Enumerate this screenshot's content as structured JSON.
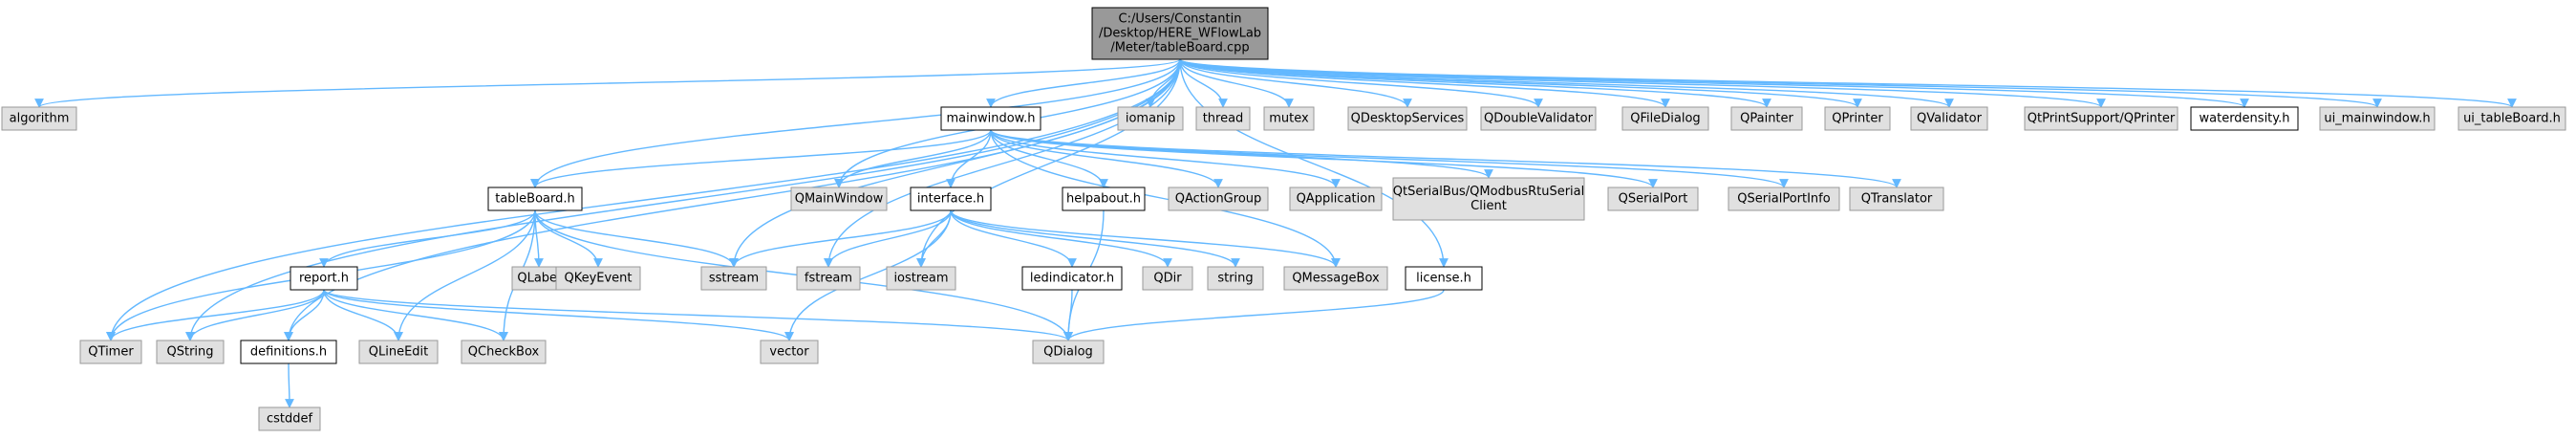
{
  "colors": {
    "edge": "#63b8ff",
    "root_fill": "#999999",
    "external_fill": "#e0e0e0",
    "external_border": "#999999",
    "internal_fill": "#ffffff",
    "internal_border": "#000000"
  },
  "nodes": [
    {
      "id": "root",
      "label": [
        "C:/Users/Constantin",
        "/Desktop/HERE_WFlowLab",
        "/Meter/tableBoard.cpp"
      ],
      "kind": "root"
    },
    {
      "id": "algorithm",
      "label": [
        "algorithm"
      ],
      "kind": "external"
    },
    {
      "id": "iomanip",
      "label": [
        "iomanip"
      ],
      "kind": "external"
    },
    {
      "id": "thread",
      "label": [
        "thread"
      ],
      "kind": "external"
    },
    {
      "id": "mutex",
      "label": [
        "mutex"
      ],
      "kind": "external"
    },
    {
      "id": "QDesktopServices",
      "label": [
        "QDesktopServices"
      ],
      "kind": "external"
    },
    {
      "id": "QDoubleValidator",
      "label": [
        "QDoubleValidator"
      ],
      "kind": "external"
    },
    {
      "id": "QFileDialog",
      "label": [
        "QFileDialog"
      ],
      "kind": "external"
    },
    {
      "id": "QPainter",
      "label": [
        "QPainter"
      ],
      "kind": "external"
    },
    {
      "id": "QPrinter",
      "label": [
        "QPrinter"
      ],
      "kind": "external"
    },
    {
      "id": "QValidator",
      "label": [
        "QValidator"
      ],
      "kind": "external"
    },
    {
      "id": "QtPrintSupport",
      "label": [
        "QtPrintSupport/QPrinter"
      ],
      "kind": "external"
    },
    {
      "id": "waterdensity",
      "label": [
        "waterdensity.h"
      ],
      "kind": "internal"
    },
    {
      "id": "ui_mainwindow",
      "label": [
        "ui_mainwindow.h"
      ],
      "kind": "external"
    },
    {
      "id": "ui_tableBoard",
      "label": [
        "ui_tableBoard.h"
      ],
      "kind": "external"
    },
    {
      "id": "mainwindow",
      "label": [
        "mainwindow.h"
      ],
      "kind": "internal"
    },
    {
      "id": "QMainWindow",
      "label": [
        "QMainWindow"
      ],
      "kind": "external"
    },
    {
      "id": "QActionGroup",
      "label": [
        "QActionGroup"
      ],
      "kind": "external"
    },
    {
      "id": "QApplication",
      "label": [
        "QApplication"
      ],
      "kind": "external"
    },
    {
      "id": "QSerialBus",
      "label": [
        "QtSerialBus/QModbusRtuSerial",
        "Client"
      ],
      "kind": "external"
    },
    {
      "id": "QSerialPort",
      "label": [
        "QSerialPort"
      ],
      "kind": "external"
    },
    {
      "id": "QSerialPortInfo",
      "label": [
        "QSerialPortInfo"
      ],
      "kind": "external"
    },
    {
      "id": "QTranslator",
      "label": [
        "QTranslator"
      ],
      "kind": "external"
    },
    {
      "id": "tableBoard",
      "label": [
        "tableBoard.h"
      ],
      "kind": "internal"
    },
    {
      "id": "interface",
      "label": [
        "interface.h"
      ],
      "kind": "internal"
    },
    {
      "id": "helpabout",
      "label": [
        "helpabout.h"
      ],
      "kind": "internal"
    },
    {
      "id": "QLabel",
      "label": [
        "QLabel"
      ],
      "kind": "external"
    },
    {
      "id": "QKeyEvent",
      "label": [
        "QKeyEvent"
      ],
      "kind": "external"
    },
    {
      "id": "sstream",
      "label": [
        "sstream"
      ],
      "kind": "external"
    },
    {
      "id": "fstream",
      "label": [
        "fstream"
      ],
      "kind": "external"
    },
    {
      "id": "iostream",
      "label": [
        "iostream"
      ],
      "kind": "external"
    },
    {
      "id": "ledindicator",
      "label": [
        "ledindicator.h"
      ],
      "kind": "internal"
    },
    {
      "id": "QDir",
      "label": [
        "QDir"
      ],
      "kind": "external"
    },
    {
      "id": "string",
      "label": [
        "string"
      ],
      "kind": "external"
    },
    {
      "id": "QMessageBox",
      "label": [
        "QMessageBox"
      ],
      "kind": "external"
    },
    {
      "id": "license",
      "label": [
        "license.h"
      ],
      "kind": "internal"
    },
    {
      "id": "report",
      "label": [
        "report.h"
      ],
      "kind": "internal"
    },
    {
      "id": "QTimer",
      "label": [
        "QTimer"
      ],
      "kind": "external"
    },
    {
      "id": "QString",
      "label": [
        "QString"
      ],
      "kind": "external"
    },
    {
      "id": "definitions",
      "label": [
        "definitions.h"
      ],
      "kind": "internal"
    },
    {
      "id": "QLineEdit",
      "label": [
        "QLineEdit"
      ],
      "kind": "external"
    },
    {
      "id": "QCheckBox",
      "label": [
        "QCheckBox"
      ],
      "kind": "external"
    },
    {
      "id": "vector",
      "label": [
        "vector"
      ],
      "kind": "external"
    },
    {
      "id": "QDialog",
      "label": [
        "QDialog"
      ],
      "kind": "external"
    },
    {
      "id": "cstddef",
      "label": [
        "cstddef"
      ],
      "kind": "external"
    }
  ],
  "edges": [
    [
      "root",
      "algorithm"
    ],
    [
      "root",
      "iomanip"
    ],
    [
      "root",
      "thread"
    ],
    [
      "root",
      "mutex"
    ],
    [
      "root",
      "QDesktopServices"
    ],
    [
      "root",
      "QDoubleValidator"
    ],
    [
      "root",
      "QFileDialog"
    ],
    [
      "root",
      "QPainter"
    ],
    [
      "root",
      "QPrinter"
    ],
    [
      "root",
      "QValidator"
    ],
    [
      "root",
      "QtPrintSupport"
    ],
    [
      "root",
      "waterdensity"
    ],
    [
      "root",
      "ui_mainwindow"
    ],
    [
      "root",
      "ui_tableBoard"
    ],
    [
      "root",
      "mainwindow"
    ],
    [
      "root",
      "tableBoard"
    ],
    [
      "root",
      "QMainWindow"
    ],
    [
      "root",
      "sstream"
    ],
    [
      "root",
      "fstream"
    ],
    [
      "root",
      "iostream"
    ],
    [
      "root",
      "QTimer"
    ],
    [
      "root",
      "QString"
    ],
    [
      "root",
      "definitions"
    ],
    [
      "root",
      "license"
    ],
    [
      "mainwindow",
      "tableBoard"
    ],
    [
      "mainwindow",
      "QMainWindow"
    ],
    [
      "mainwindow",
      "interface"
    ],
    [
      "mainwindow",
      "helpabout"
    ],
    [
      "mainwindow",
      "QActionGroup"
    ],
    [
      "mainwindow",
      "QApplication"
    ],
    [
      "mainwindow",
      "QSerialBus"
    ],
    [
      "mainwindow",
      "QSerialPort"
    ],
    [
      "mainwindow",
      "QSerialPortInfo"
    ],
    [
      "mainwindow",
      "QTranslator"
    ],
    [
      "mainwindow",
      "QMessageBox"
    ],
    [
      "tableBoard",
      "QLabel"
    ],
    [
      "tableBoard",
      "QKeyEvent"
    ],
    [
      "tableBoard",
      "sstream"
    ],
    [
      "tableBoard",
      "report"
    ],
    [
      "tableBoard",
      "QTimer"
    ],
    [
      "tableBoard",
      "QLineEdit"
    ],
    [
      "tableBoard",
      "QCheckBox"
    ],
    [
      "tableBoard",
      "QDialog"
    ],
    [
      "interface",
      "sstream"
    ],
    [
      "interface",
      "fstream"
    ],
    [
      "interface",
      "iostream"
    ],
    [
      "interface",
      "ledindicator"
    ],
    [
      "interface",
      "QDir"
    ],
    [
      "interface",
      "string"
    ],
    [
      "interface",
      "QMessageBox"
    ],
    [
      "interface",
      "vector"
    ],
    [
      "helpabout",
      "QDialog"
    ],
    [
      "ledindicator",
      "QDialog"
    ],
    [
      "license",
      "QDialog"
    ],
    [
      "report",
      "QTimer"
    ],
    [
      "report",
      "QString"
    ],
    [
      "report",
      "definitions"
    ],
    [
      "report",
      "QLineEdit"
    ],
    [
      "report",
      "QCheckBox"
    ],
    [
      "report",
      "vector"
    ],
    [
      "report",
      "QDialog"
    ],
    [
      "definitions",
      "cstddef"
    ]
  ]
}
